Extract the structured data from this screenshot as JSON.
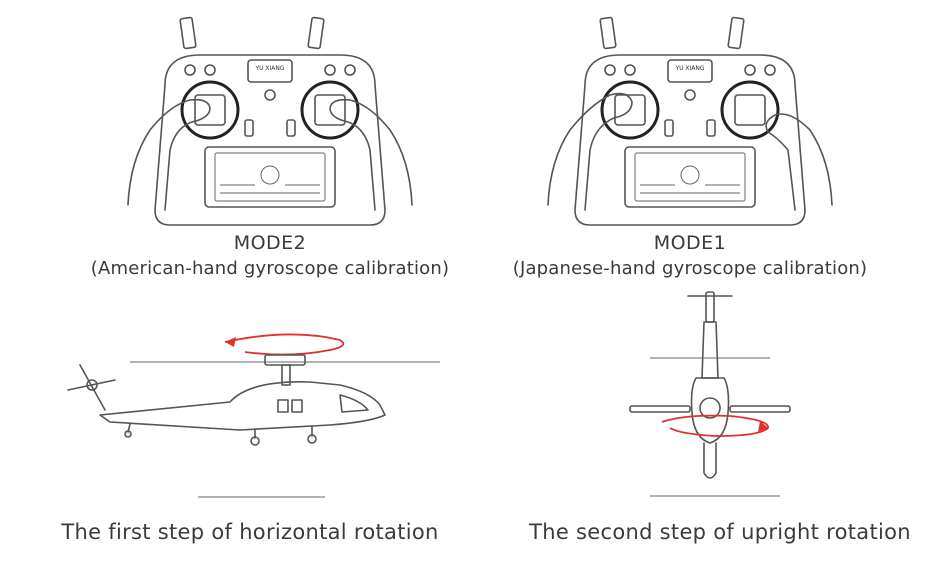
{
  "panels": {
    "mode2": {
      "title": "MODE2",
      "subtitle": "(American-hand gyroscope calibration)"
    },
    "mode1": {
      "title": "MODE1",
      "subtitle": "(Japanese-hand gyroscope calibration)"
    },
    "horizontal": {
      "caption": "The first step of horizontal rotation"
    },
    "upright": {
      "caption": "The second step of upright rotation"
    }
  },
  "transmitter": {
    "brand": "YU XIANG"
  },
  "colors": {
    "rotation_arrow": "#e0312e",
    "line_art": "#555555",
    "text": "#3a3a3a"
  }
}
